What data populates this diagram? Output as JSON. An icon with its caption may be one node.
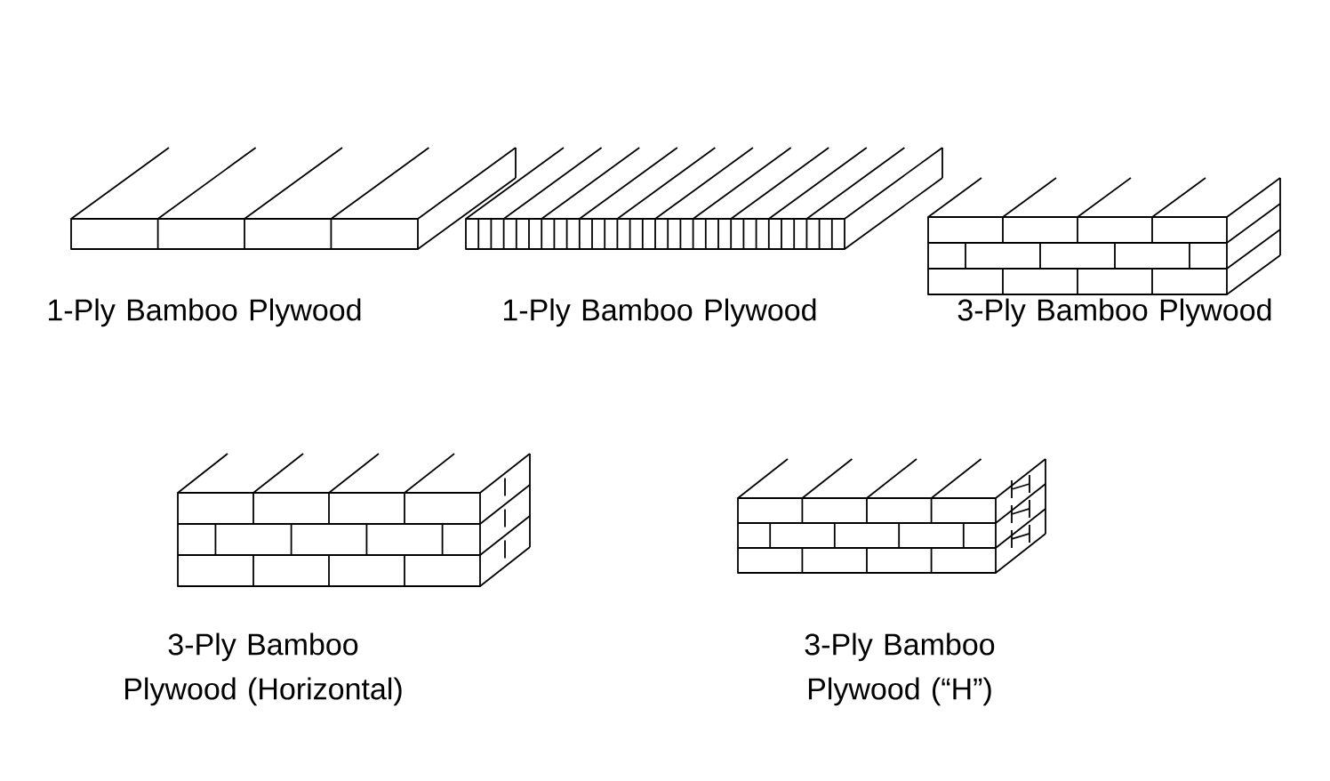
{
  "diagram": {
    "labels": [
      "1-Ply Bamboo Plywood",
      "1-Ply Bamboo Plywood",
      "3-Ply Bamboo Plywood",
      "3-Ply Bamboo Plywood (Horizontal)",
      "3-Ply Bamboo Plywood (“H”)"
    ]
  }
}
